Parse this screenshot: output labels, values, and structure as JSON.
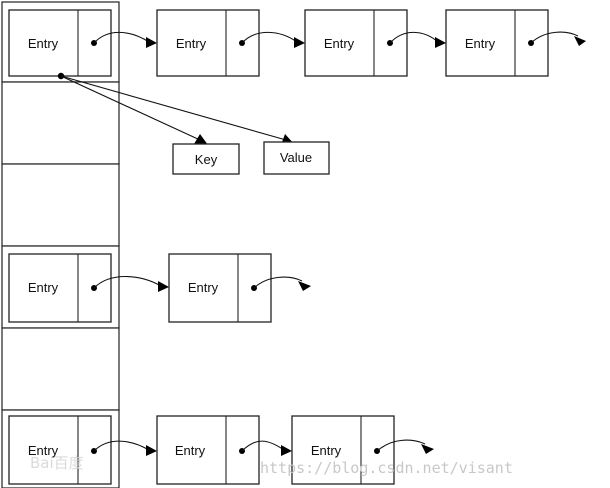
{
  "diagram": {
    "entry_label": "Entry",
    "key_label": "Key",
    "value_label": "Value"
  },
  "watermark": {
    "logo_text": "Bai百度",
    "url_text": "https://blog.csdn.net/visant"
  }
}
